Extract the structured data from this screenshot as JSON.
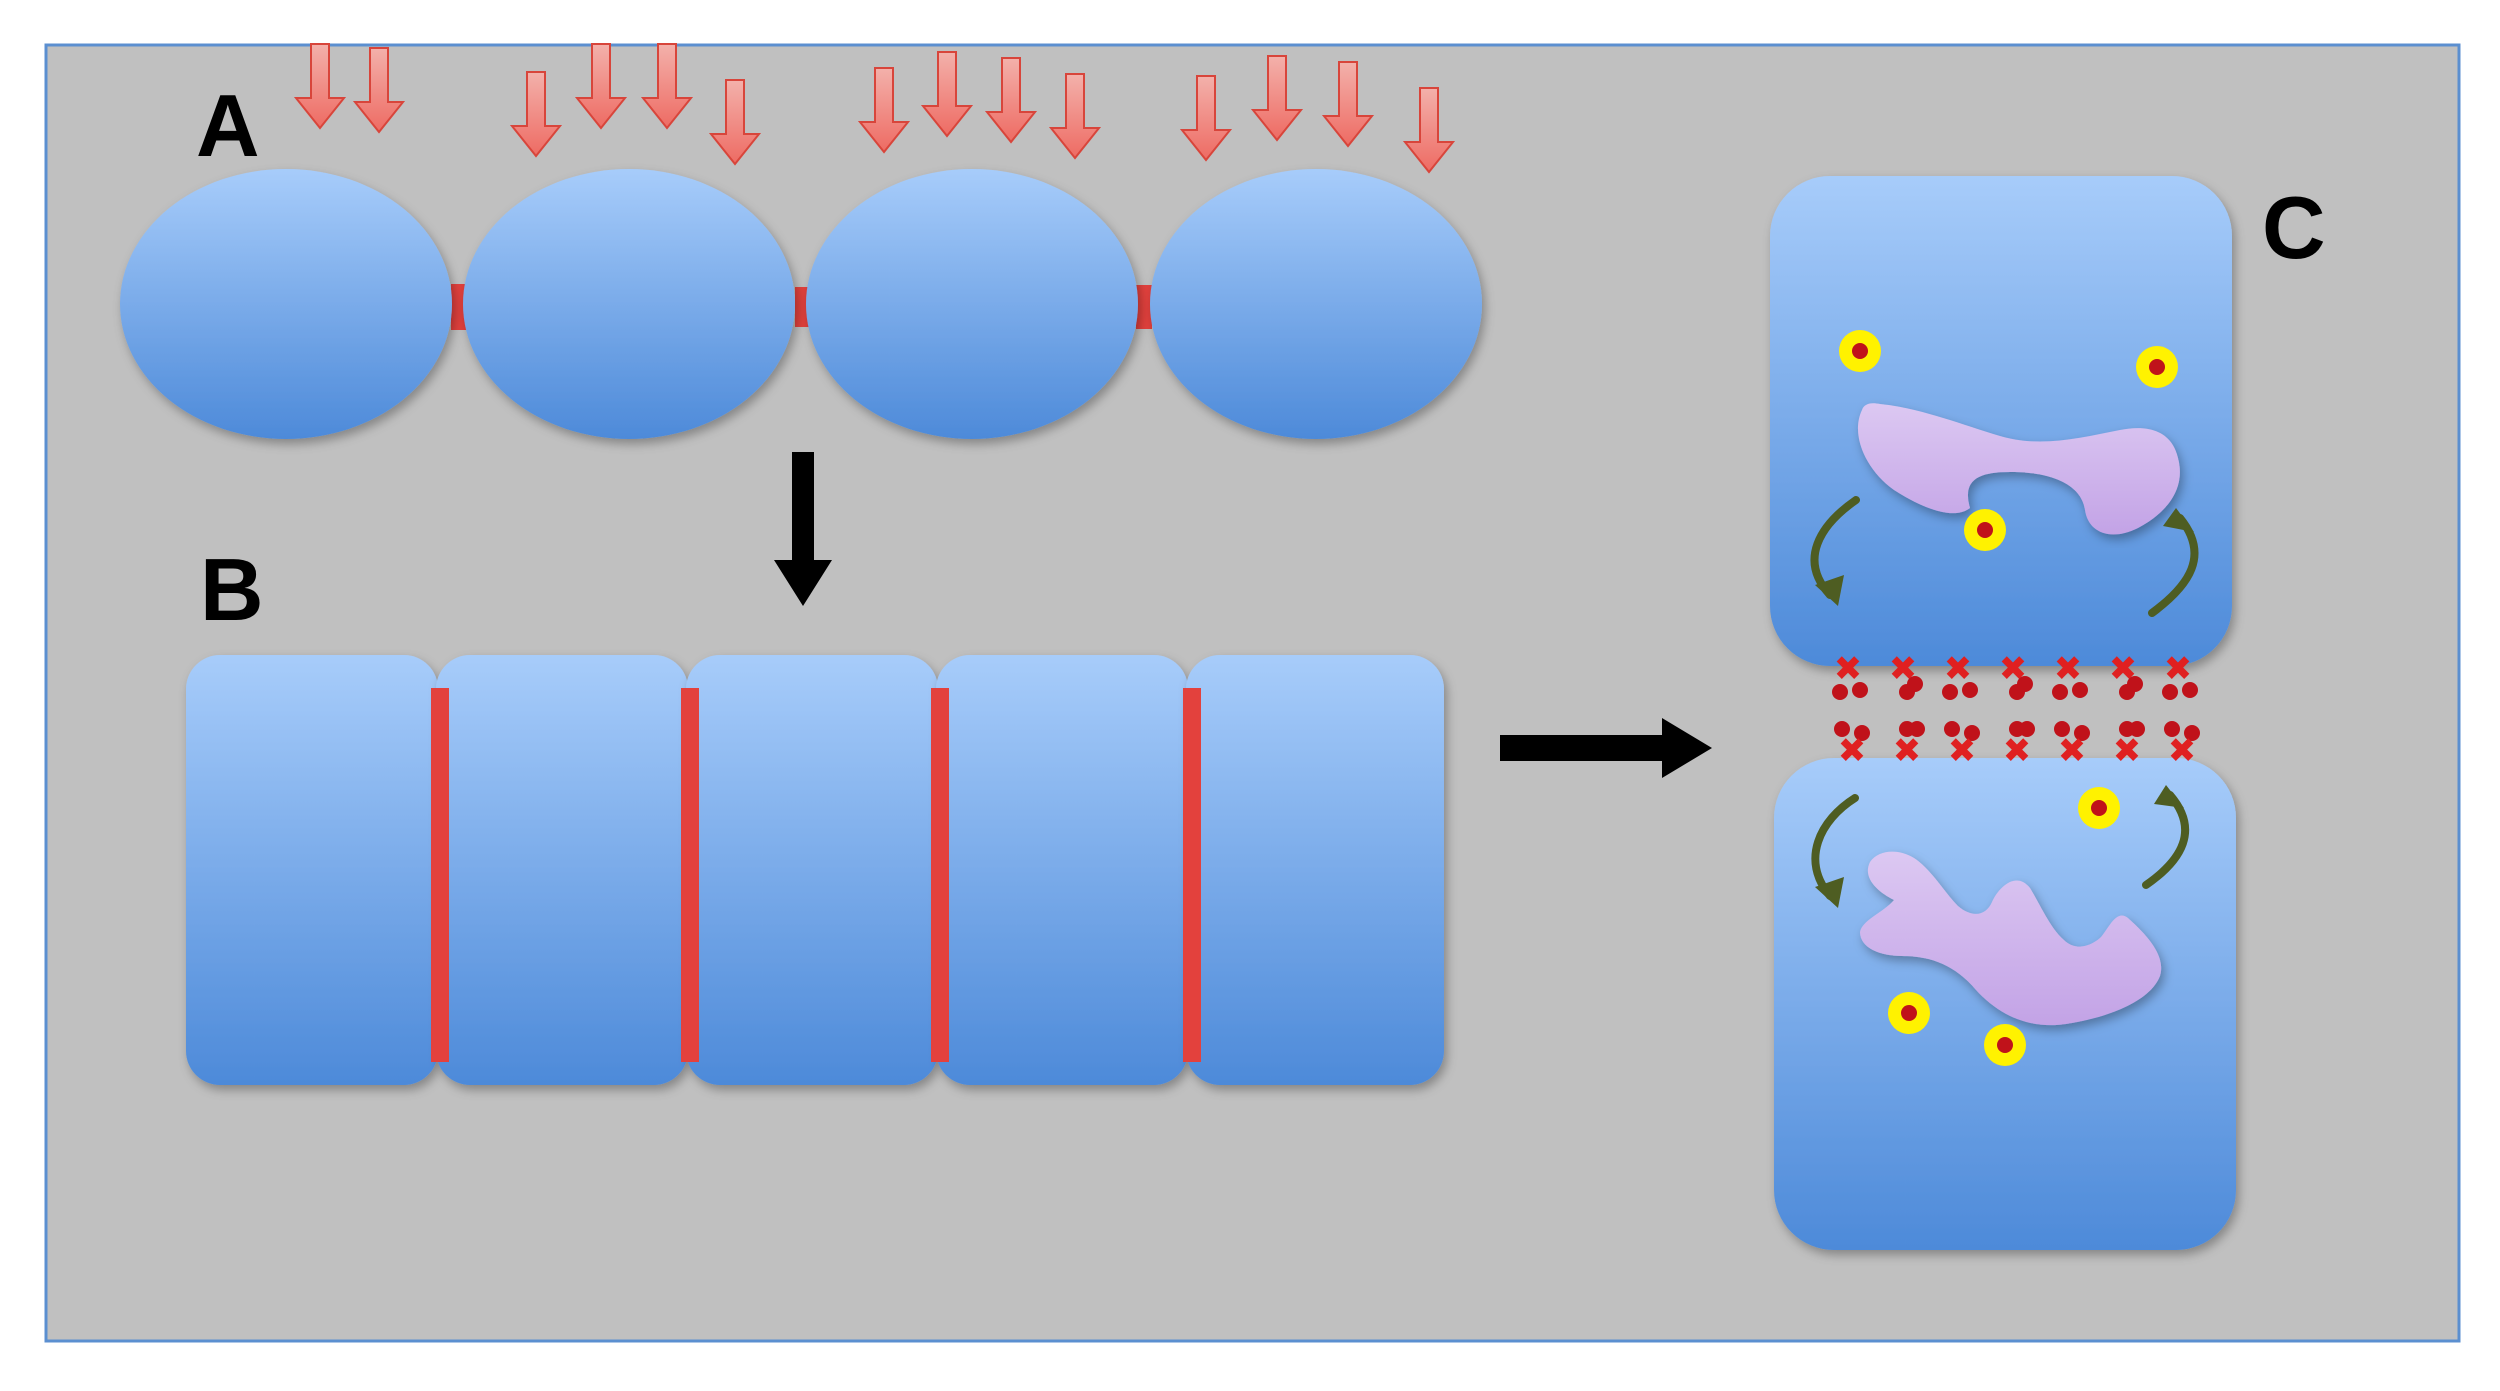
{
  "figure": {
    "background_color": "#c0c0c0",
    "border_color": "#5b8fd0",
    "cell_color_top": "#a7ccfa",
    "cell_color_bottom": "#4d8ad9",
    "junction_color": "#e3413d",
    "force_arrow_color": "#ee6b63",
    "flow_arrow_color": "#000000",
    "protein_color": "#c3a3e6",
    "curved_arrow_color": "#4e5d22",
    "ion_outer_color": "#fff200",
    "ion_inner_color": "#c0121a",
    "blocker_color": "#e02020"
  },
  "panels": {
    "a": {
      "label": "A",
      "cell_shape": "ellipse",
      "cell_count": 4,
      "force_arrows_per_cell": [
        2,
        4,
        4,
        4
      ]
    },
    "b": {
      "label": "B",
      "cell_shape": "rounded-rectangle",
      "cell_count": 5,
      "junction_count": 4
    },
    "c": {
      "label": "C",
      "cell_count": 2,
      "proteins": 2,
      "ions_top_cell": 3,
      "ions_bottom_cell": 3,
      "blocker_marks_per_row": 7
    }
  },
  "icons": {
    "force_arrow": "down-arrow-icon",
    "transition_down": "down-arrow-icon",
    "transition_right": "right-arrow-icon",
    "protein": "protein-blob-icon",
    "ion": "ion-dot-icon",
    "blocker": "x-mark-icon",
    "recycle_arrow": "curved-arrow-icon"
  }
}
